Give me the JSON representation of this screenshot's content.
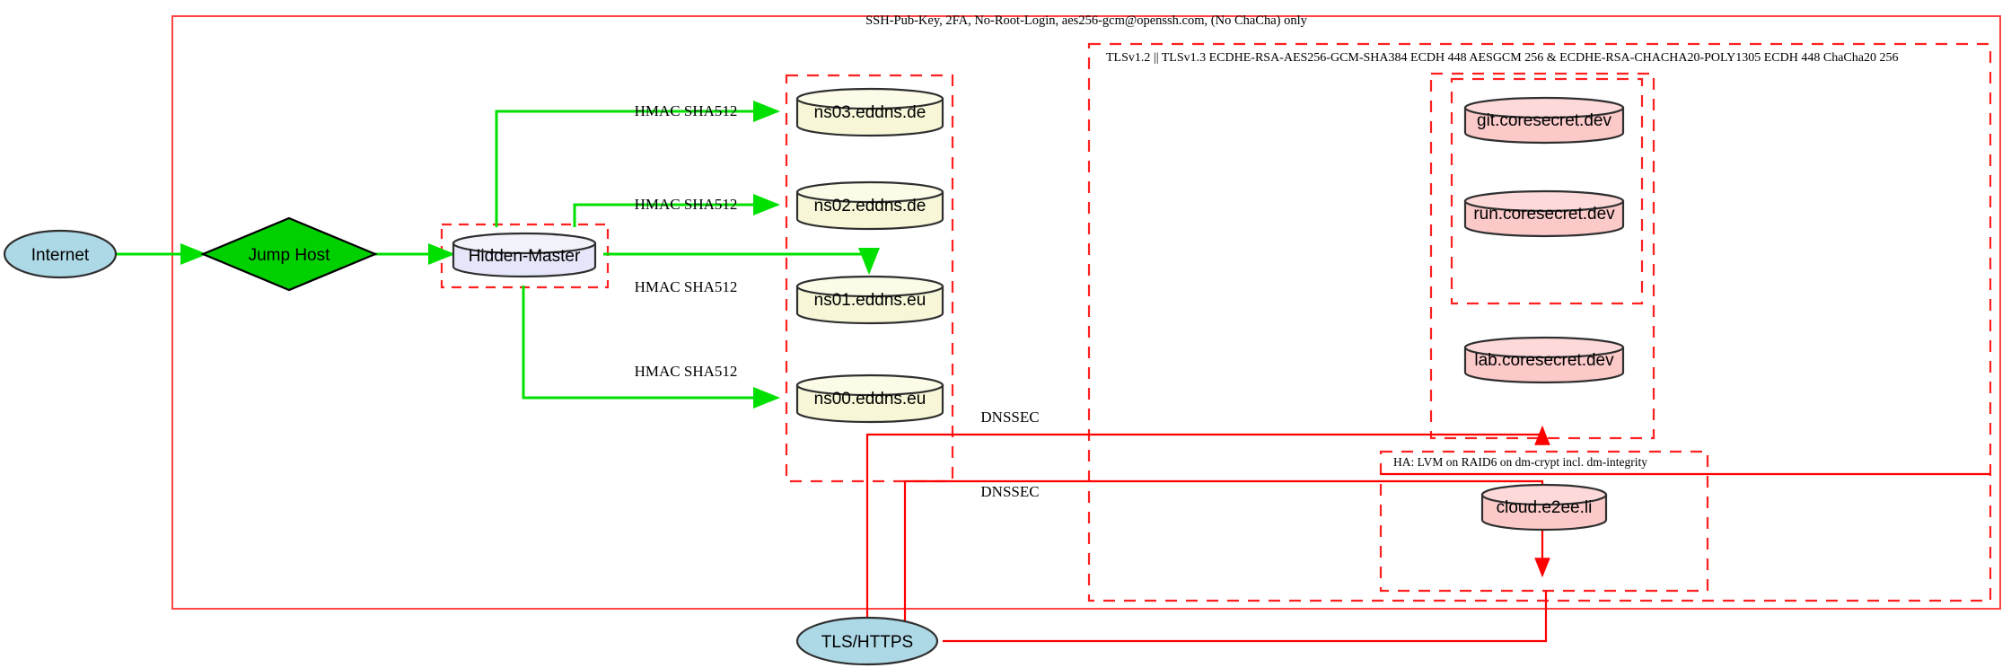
{
  "diagram": {
    "title_labels": {
      "ssh_boundary": "SSH-Pub-Key, 2FA, No-Root-Login, aes256-gcm@openssh.com, (No ChaCha) only",
      "tls_boundary": "TLSv1.2 || TLSv1.3 ECDHE-RSA-AES256-GCM-SHA384 ECDH 448 AESGCM 256 & ECDHE-RSA-CHACHA20-POLY1305 ECDH 448 ChaCha20 256",
      "ha_boundary": "HA: LVM on RAID6 on dm-crypt incl. dm-integrity"
    },
    "nodes": {
      "internet": "Internet",
      "jump_host": "Jump Host",
      "hidden_master": "Hidden-Master",
      "ns03": "ns03.eddns.de",
      "ns02": "ns02.eddns.de",
      "ns01": "ns01.eddns.eu",
      "ns00": "ns00.eddns.eu",
      "git": "git.coresecret.dev",
      "run": "run.coresecret.dev",
      "lab": "lab.coresecret.dev",
      "cloud": "cloud.e2ee.li",
      "tls_https": "TLS/HTTPS"
    },
    "edge_labels": {
      "hmac_ns03": "HMAC SHA512",
      "hmac_ns02": "HMAC SHA512",
      "hmac_ns01": "HMAC SHA512",
      "hmac_ns00": "HMAC SHA512",
      "dnssec_upper": "DNSSEC",
      "dnssec_lower": "DNSSEC"
    },
    "colors": {
      "boundary_red": "#ff0000",
      "edge_green": "#00e000",
      "ellipse_fill": "#add8e6",
      "diamond_fill": "#00d000",
      "db_lavender": "#e6e6fa",
      "db_yellow": "#f5f5dc",
      "db_pink": "#fcc9c9",
      "stroke_dark": "#2f2f2f"
    }
  }
}
